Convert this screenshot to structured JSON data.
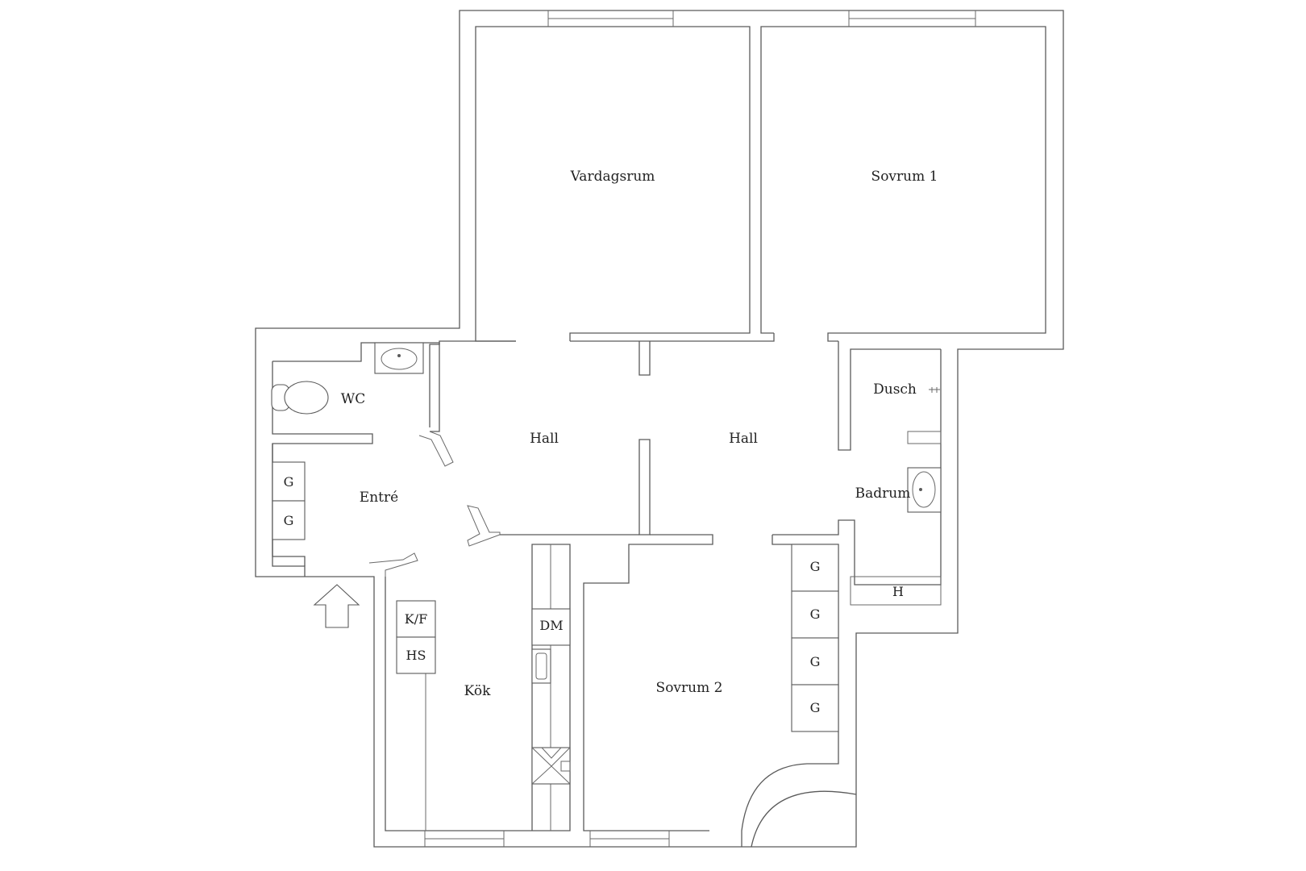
{
  "floorplan": {
    "rooms": {
      "vardagsrum": "Vardagsrum",
      "sovrum1": "Sovrum 1",
      "wc": "WC",
      "hall_left": "Hall",
      "hall_right": "Hall",
      "dusch": "Dusch",
      "entre": "Entré",
      "badrum": "Badrum",
      "kok": "Kök",
      "sovrum2": "Sovrum 2"
    },
    "fixtures": {
      "closet_entre_1": "G",
      "closet_entre_2": "G",
      "closet_sov2_1": "G",
      "closet_sov2_2": "G",
      "closet_sov2_3": "G",
      "closet_sov2_4": "G",
      "dishwasher": "DM",
      "fridge_freezer": "K/F",
      "tall_cabinet": "HS",
      "hallway_shelf": "H"
    },
    "colors": {
      "walls": "#5a5a5a",
      "text": "#222222",
      "background": "#ffffff"
    },
    "icons": [
      "entrance-arrow-icon",
      "toilet-icon",
      "washbasin-icon",
      "sink-icon",
      "stove-icon",
      "shower-icon"
    ]
  }
}
